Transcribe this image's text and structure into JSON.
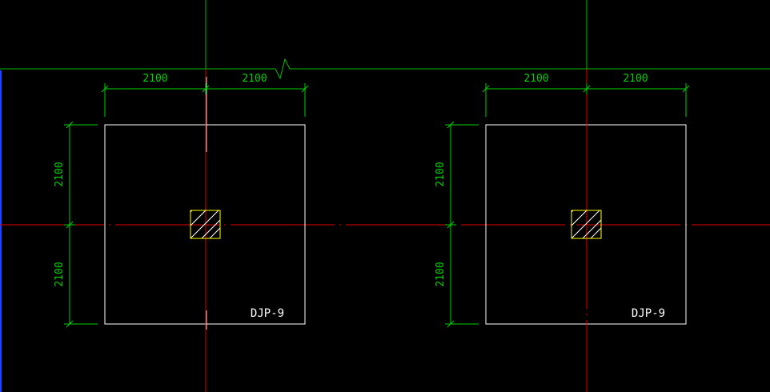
{
  "colors": {
    "background": "#000000",
    "grid_line": "#00c000",
    "axis_line": "#e00000",
    "dimension": "#00d000",
    "outline": "#ffffff",
    "column": "#ffff00",
    "hatch": "#ffffff",
    "left_edge": "#2040ff"
  },
  "footings": [
    {
      "label": "DJP-9",
      "dim_top_left": "2100",
      "dim_top_right": "2100",
      "dim_side_upper": "2100",
      "dim_side_lower": "2100"
    },
    {
      "label": "DJP-9",
      "dim_top_left": "2100",
      "dim_top_right": "2100",
      "dim_side_upper": "2100",
      "dim_side_lower": "2100"
    }
  ],
  "icons": {
    "break_symbol": "break-line-icon",
    "hatch": "hatch-pattern-icon"
  }
}
